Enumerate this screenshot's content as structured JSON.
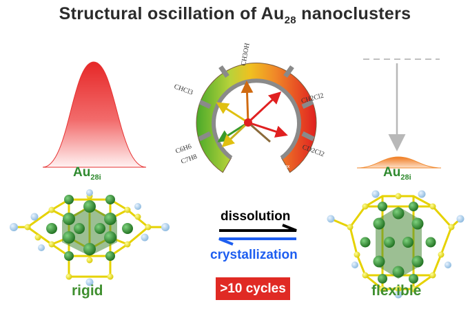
{
  "title": {
    "main": "Structural oscillation of Au",
    "subscript": "28",
    "suffix": " nanoclusters"
  },
  "gauge": {
    "solvents": [
      "CHCl3",
      "C6H6",
      "C7H8",
      "CH2Cl2",
      "CD2Cl2",
      "CH3OH"
    ],
    "end_label": "max",
    "colors": {
      "low": "#4aaa2a",
      "mid": "#f0c020",
      "high": "#e02020"
    }
  },
  "left_cluster": {
    "name": "Au",
    "subscript": "28i",
    "state": "rigid",
    "peak_color": "#e83030"
  },
  "right_cluster": {
    "name": "Au",
    "subscript": "28i",
    "state": "flexible",
    "peak_color": "#f08a30"
  },
  "process": {
    "forward": "dissolution",
    "backward": "crystallization",
    "cycles": ">10 cycles",
    "colors": {
      "forward": "#000000",
      "backward": "#1e5ef0"
    }
  },
  "colors": {
    "gold_atom": "#2e8b2e",
    "sulfur": "#f0e020",
    "ligand": "#a8cce8"
  }
}
